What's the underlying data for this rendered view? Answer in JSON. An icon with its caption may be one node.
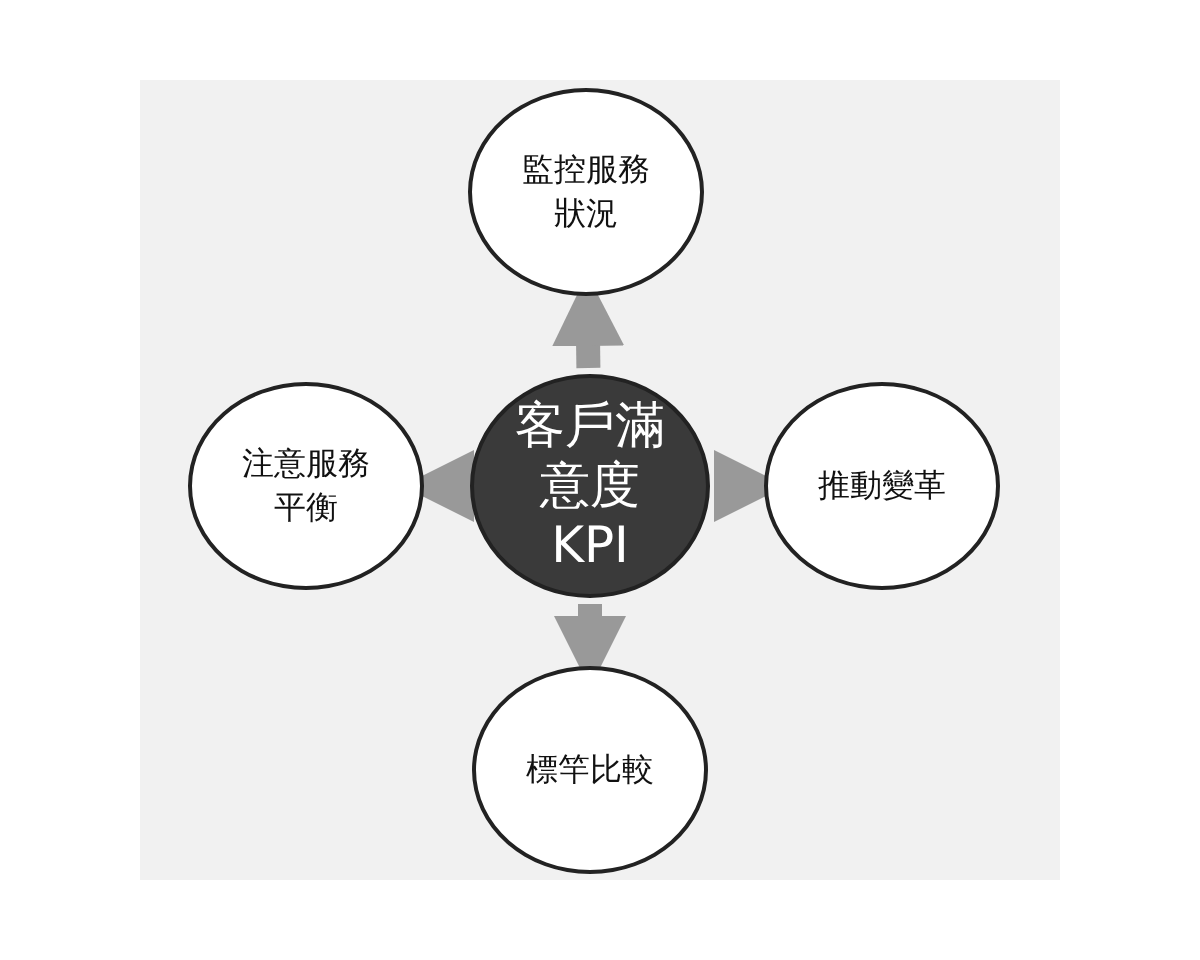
{
  "diagram": {
    "nodes": [
      {
        "text": [
          "客戶滿意度KPI"
        ]
      },
      {
        "text": [
          "監控服務狀況"
        ]
      },
      {
        "text": [
          "注意服務平衡"
        ]
      },
      {
        "text": [
          "推動變革"
        ]
      },
      {
        "text": [
          "標竿比較"
        ]
      }
    ],
    "edges": [
      {
        "from": 0,
        "to": 1,
        "arrow": "to"
      },
      {
        "from": 0,
        "to": 2,
        "arrow": "to"
      },
      {
        "from": 0,
        "to": 3,
        "arrow": "to"
      },
      {
        "from": 0,
        "to": 4,
        "arrow": "to"
      }
    ]
  }
}
